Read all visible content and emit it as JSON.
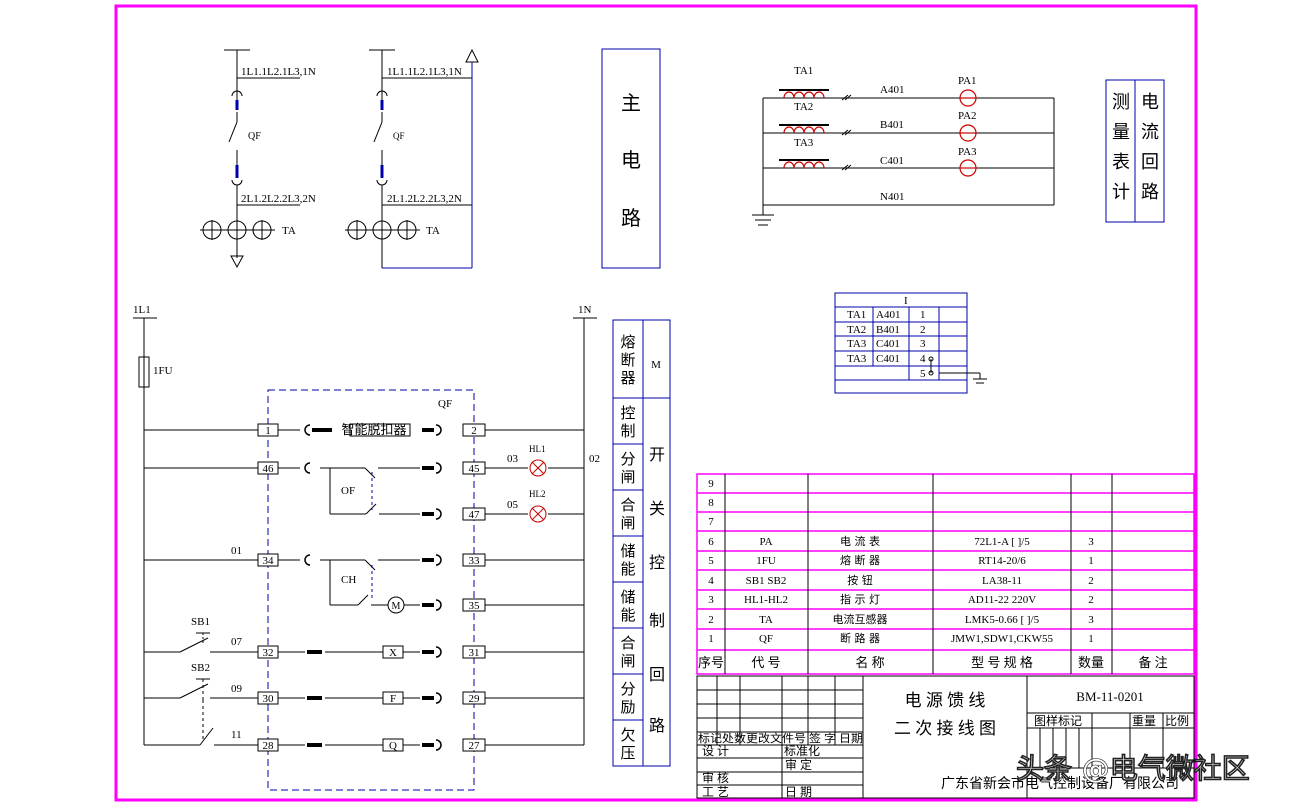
{
  "main_circuit": {
    "title": [
      "主",
      "电",
      "路"
    ],
    "feeder1": {
      "bus_top": "1L1.1L2.1L3,1N",
      "breaker": "QF",
      "bus_bottom": "2L1.2L2.2L3,2N",
      "ct": "TA"
    },
    "feeder2": {
      "bus_top": "1L1.1L2.1L3,1N",
      "breaker": "QF",
      "bus_bottom": "2L1.2L2.2L3,2N",
      "ct": "TA"
    }
  },
  "current_circuit": {
    "title_col1": [
      "测",
      "量",
      "表",
      "计"
    ],
    "title_col2": [
      "电",
      "流",
      "回",
      "路"
    ],
    "ct_labels": [
      "TA1",
      "TA2",
      "TA3"
    ],
    "wires": [
      "A401",
      "B401",
      "C401",
      "N401"
    ],
    "meters": [
      "PA1",
      "PA2",
      "PA3"
    ]
  },
  "terminal_block": {
    "header": "I",
    "rows": [
      [
        "TA1",
        "A401",
        "1"
      ],
      [
        "TA2",
        "B401",
        "2"
      ],
      [
        "TA3",
        "C401",
        "3"
      ],
      [
        "TA3",
        "C401",
        "4"
      ],
      [
        "",
        "",
        "5"
      ]
    ]
  },
  "control_circuit": {
    "bus_left": "1L1",
    "bus_right": "1N",
    "fuse": "1FU",
    "breaker": "QF",
    "trip_unit": "智能脱扣器",
    "contact_of": "OF",
    "contact_ch": "CH",
    "motor": "M",
    "sb1": "SB1",
    "sb2": "SB2",
    "hl1": "HL1",
    "hl2": "HL2",
    "wire_labels": {
      "w01": "01",
      "w02": "02",
      "w03": "03",
      "w05": "05",
      "w07": "07",
      "w09": "09",
      "w11": "11"
    },
    "left_terminals": [
      "1",
      "46",
      "34",
      "32",
      "30",
      "28"
    ],
    "right_terminals": [
      "2",
      "45",
      "47",
      "33",
      "35",
      "31",
      "29",
      "27"
    ],
    "coil_labels": [
      "X",
      "F",
      "Q"
    ],
    "side_labels": [
      "熔断器",
      "控制",
      "分闸",
      "合闸",
      "储能",
      "储能",
      "合闸",
      "分励",
      "欠压"
    ],
    "side_m": "M",
    "side_title": [
      "开",
      "关",
      "控",
      "制",
      "回",
      "路"
    ]
  },
  "bom": {
    "empty_rows": [
      "9",
      "8",
      "7"
    ],
    "rows": [
      [
        "6",
        "PA",
        "电 流 表",
        "72L1-A  [ ]/5",
        "3",
        ""
      ],
      [
        "5",
        "1FU",
        "熔 断 器",
        "RT14-20/6",
        "1",
        ""
      ],
      [
        "4",
        "SB1 SB2",
        "按  钮",
        "LA38-11",
        "2",
        ""
      ],
      [
        "3",
        "HL1-HL2",
        "指 示 灯",
        "AD11-22 220V",
        "2",
        ""
      ],
      [
        "2",
        "TA",
        "电流互感器",
        "LMK5-0.66  [ ]/5",
        "3",
        ""
      ],
      [
        "1",
        "QF",
        "断 路 器",
        "JMW1,SDW1,CKW55",
        "1",
        ""
      ]
    ],
    "header": [
      "序号",
      "代  号",
      "名    称",
      "型 号 规 格",
      "数量",
      "备  注"
    ]
  },
  "title_block": {
    "title1": "电 源 馈 线",
    "title2": "二 次 接 线 图",
    "drawing_no": "BM-11-0201",
    "labels_row": "标记处数更改文件号 签 字 日期",
    "design": "设  计",
    "standard": "标准化",
    "review": "审  核",
    "approve": "审  定",
    "craft": "工  艺",
    "date": "日  期",
    "mark": "图样标记",
    "weight": "重量",
    "scale": "比例",
    "company": "广东省新会市电气控制设备厂有限公司",
    "watermark": "头条 @电气微社区",
    "colors": {
      "border": "#ff00ff",
      "ink": "#000000",
      "blue": "#0000aa",
      "red": "#cc0000"
    }
  }
}
